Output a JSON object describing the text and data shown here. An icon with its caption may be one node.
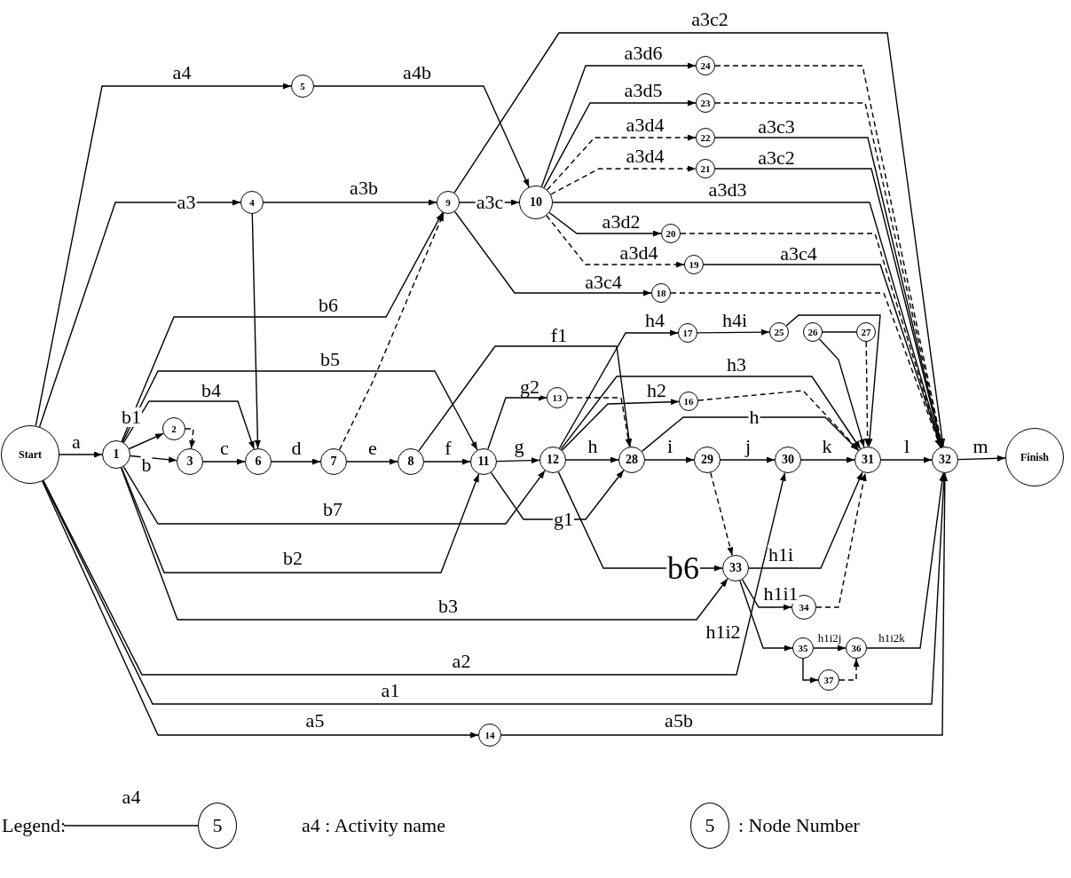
{
  "diagram": {
    "nodes": [
      {
        "text": [
          "Start"
        ]
      },
      {
        "text": [
          "1"
        ]
      },
      {
        "text": [
          "2"
        ]
      },
      {
        "text": [
          "3"
        ]
      },
      {
        "text": [
          "4"
        ]
      },
      {
        "text": [
          "5"
        ]
      },
      {
        "text": [
          "6"
        ]
      },
      {
        "text": [
          "7"
        ]
      },
      {
        "text": [
          "8"
        ]
      },
      {
        "text": [
          "9"
        ]
      },
      {
        "text": [
          "10"
        ]
      },
      {
        "text": [
          "11"
        ]
      },
      {
        "text": [
          "12"
        ]
      },
      {
        "text": [
          "13"
        ]
      },
      {
        "text": [
          "14"
        ]
      },
      {
        "text": [
          "16"
        ]
      },
      {
        "text": [
          "17"
        ]
      },
      {
        "text": [
          "18"
        ]
      },
      {
        "text": [
          "19"
        ]
      },
      {
        "text": [
          "20"
        ]
      },
      {
        "text": [
          "21"
        ]
      },
      {
        "text": [
          "22"
        ]
      },
      {
        "text": [
          "23"
        ]
      },
      {
        "text": [
          "24"
        ]
      },
      {
        "text": [
          "25"
        ]
      },
      {
        "text": [
          "26"
        ]
      },
      {
        "text": [
          "27"
        ]
      },
      {
        "text": [
          "28"
        ]
      },
      {
        "text": [
          "29"
        ]
      },
      {
        "text": [
          "30"
        ]
      },
      {
        "text": [
          "31"
        ]
      },
      {
        "text": [
          "32"
        ]
      },
      {
        "text": [
          "33"
        ]
      },
      {
        "text": [
          "34"
        ]
      },
      {
        "text": [
          "35"
        ]
      },
      {
        "text": [
          "36"
        ]
      },
      {
        "text": [
          "37"
        ]
      },
      {
        "text": [
          "Finish"
        ]
      }
    ],
    "edges": [
      {
        "from": 0,
        "to": 1,
        "arrow": "to",
        "label": "a"
      },
      {
        "from": 0,
        "to": 5,
        "arrow": "to",
        "label": "a4"
      },
      {
        "from": 5,
        "to": 10,
        "arrow": "to",
        "label": "a4b"
      },
      {
        "from": 0,
        "to": 4,
        "arrow": "to",
        "label": "a3"
      },
      {
        "from": 4,
        "to": 9,
        "arrow": "to",
        "label": "a3b"
      },
      {
        "from": 0,
        "to": 29,
        "arrow": "to",
        "label": "a2"
      },
      {
        "from": 0,
        "to": 31,
        "arrow": "to",
        "label": "a1"
      },
      {
        "from": 0,
        "to": 14,
        "arrow": "to",
        "label": "a5"
      },
      {
        "from": 14,
        "to": 31,
        "arrow": "to",
        "label": "a5b"
      },
      {
        "from": 1,
        "to": 2,
        "arrow": "to",
        "label": "b1"
      },
      {
        "from": 2,
        "to": 3,
        "arrow": "to",
        "style": "dashed"
      },
      {
        "from": 1,
        "to": 3,
        "arrow": "to",
        "label": "b"
      },
      {
        "from": 1,
        "to": 6,
        "arrow": "to",
        "label": "b4"
      },
      {
        "from": 3,
        "to": 6,
        "arrow": "to",
        "label": "c"
      },
      {
        "from": 4,
        "to": 6,
        "arrow": "to"
      },
      {
        "from": 6,
        "to": 7,
        "arrow": "to",
        "label": "d"
      },
      {
        "from": 7,
        "to": 9,
        "arrow": "to",
        "style": "dashed"
      },
      {
        "from": 7,
        "to": 8,
        "arrow": "to",
        "label": "e"
      },
      {
        "from": 8,
        "to": 11,
        "arrow": "to",
        "label": "f"
      },
      {
        "from": 8,
        "to": 27,
        "arrow": "to",
        "label": "f1"
      },
      {
        "from": 1,
        "to": 9,
        "arrow": "to",
        "label": "b6"
      },
      {
        "from": 1,
        "to": 11,
        "arrow": "to",
        "label": "b5"
      },
      {
        "from": 1,
        "to": 12,
        "arrow": "to",
        "label": "b7"
      },
      {
        "from": 1,
        "to": 11,
        "arrow": "to",
        "label": "b2"
      },
      {
        "from": 1,
        "to": 32,
        "arrow": "to",
        "label": "b3"
      },
      {
        "from": 9,
        "to": 10,
        "arrow": "to",
        "label": "a3c"
      },
      {
        "from": 9,
        "to": 31,
        "arrow": "to",
        "label": "a3c2"
      },
      {
        "from": 9,
        "to": 17,
        "arrow": "to",
        "label": "a3c4"
      },
      {
        "from": 10,
        "to": 23,
        "arrow": "to",
        "label": "a3d6"
      },
      {
        "from": 10,
        "to": 22,
        "arrow": "to",
        "label": "a3d5"
      },
      {
        "from": 10,
        "to": 21,
        "arrow": "to",
        "label": "a3d4",
        "style": "dashed"
      },
      {
        "from": 10,
        "to": 20,
        "arrow": "to",
        "label": "a3d4",
        "style": "dashed"
      },
      {
        "from": 10,
        "to": 31,
        "arrow": "to",
        "label": "a3d3"
      },
      {
        "from": 10,
        "to": 19,
        "arrow": "to",
        "label": "a3d2"
      },
      {
        "from": 10,
        "to": 18,
        "arrow": "to",
        "label": "a3d4",
        "style": "dashed"
      },
      {
        "from": 23,
        "to": 31,
        "arrow": "to",
        "style": "dashed"
      },
      {
        "from": 22,
        "to": 31,
        "arrow": "to",
        "style": "dashed"
      },
      {
        "from": 21,
        "to": 31,
        "arrow": "to",
        "label": "a3c3"
      },
      {
        "from": 20,
        "to": 31,
        "arrow": "to",
        "label": "a3c2"
      },
      {
        "from": 19,
        "to": 31,
        "arrow": "to",
        "style": "dashed"
      },
      {
        "from": 18,
        "to": 31,
        "arrow": "to",
        "label": "a3c4"
      },
      {
        "from": 17,
        "to": 31,
        "arrow": "to",
        "style": "dashed"
      },
      {
        "from": 11,
        "to": 12,
        "arrow": "to",
        "label": "g"
      },
      {
        "from": 11,
        "to": 27,
        "arrow": "to",
        "label": "g1"
      },
      {
        "from": 11,
        "to": 13,
        "arrow": "to",
        "label": "g2"
      },
      {
        "from": 13,
        "to": 27,
        "arrow": "to",
        "style": "dashed"
      },
      {
        "from": 12,
        "to": 15,
        "arrow": "to",
        "label": "h2"
      },
      {
        "from": 15,
        "to": 30,
        "arrow": "to",
        "style": "dashed"
      },
      {
        "from": 12,
        "to": 30,
        "arrow": "to",
        "label": "h3"
      },
      {
        "from": 12,
        "to": 16,
        "arrow": "to",
        "label": "h4"
      },
      {
        "from": 16,
        "to": 24,
        "arrow": "to",
        "label": "h4i"
      },
      {
        "from": 24,
        "to": 30,
        "arrow": "to"
      },
      {
        "from": 25,
        "to": 30,
        "arrow": "to"
      },
      {
        "from": 26,
        "to": 30,
        "arrow": "to",
        "style": "dashed"
      },
      {
        "from": 25,
        "to": 26,
        "arrow": "none"
      },
      {
        "from": 12,
        "to": 27,
        "arrow": "to",
        "label": "h"
      },
      {
        "from": 27,
        "to": 30,
        "arrow": "to",
        "label": "h"
      },
      {
        "from": 27,
        "to": 28,
        "arrow": "to",
        "label": "i"
      },
      {
        "from": 28,
        "to": 29,
        "arrow": "to",
        "label": "j"
      },
      {
        "from": 29,
        "to": 30,
        "arrow": "to",
        "label": "k"
      },
      {
        "from": 30,
        "to": 31,
        "arrow": "to",
        "label": "l"
      },
      {
        "from": 31,
        "to": 37,
        "arrow": "to",
        "label": "m"
      },
      {
        "from": 28,
        "to": 32,
        "arrow": "to",
        "style": "dashed"
      },
      {
        "from": 12,
        "to": 32,
        "arrow": "to",
        "label": "b6"
      },
      {
        "from": 32,
        "to": 30,
        "arrow": "to",
        "label": "h1i"
      },
      {
        "from": 32,
        "to": 33,
        "arrow": "to",
        "label": "h1i1"
      },
      {
        "from": 33,
        "to": 30,
        "arrow": "to",
        "style": "dashed"
      },
      {
        "from": 32,
        "to": 34,
        "arrow": "to",
        "label": "h1i2"
      },
      {
        "from": 34,
        "to": 35,
        "arrow": "to",
        "label": "h1i2j"
      },
      {
        "from": 34,
        "to": 36,
        "arrow": "to"
      },
      {
        "from": 36,
        "to": 35,
        "arrow": "to",
        "style": "dashed"
      },
      {
        "from": 35,
        "to": 31,
        "arrow": "to",
        "label": "h1i2k"
      }
    ],
    "labels": [
      "Legend:",
      "a4",
      "5",
      "5"
    ],
    "legend": [
      {
        "text": "a4 : Activity name"
      },
      {
        "text": ": Node Number"
      }
    ]
  }
}
